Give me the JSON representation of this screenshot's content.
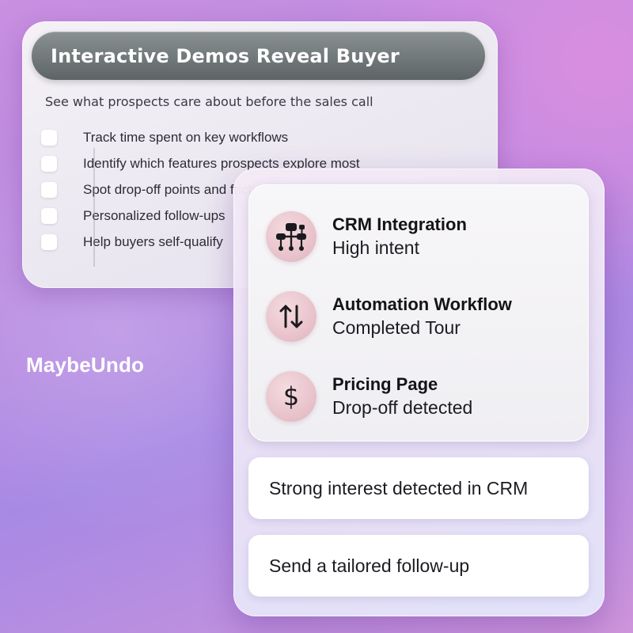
{
  "summary_card": {
    "title": "Interactive Demos Reveal Buyer",
    "subtitle": "See what prospects care about before the sales call",
    "checklist": [
      "Track time spent on key workflows",
      "Identify which features prospects explore most",
      "Spot drop-off points and friction",
      "Personalized follow-ups",
      "Help buyers self-qualify"
    ]
  },
  "insights_card": {
    "features": [
      {
        "icon": "org-chart-icon",
        "title": "CRM Integration",
        "status": "High intent"
      },
      {
        "icon": "up-down-arrows-icon",
        "title": "Automation Workflow",
        "status": "Completed Tour"
      },
      {
        "icon": "dollar-icon",
        "icon_glyph": "$",
        "title": "Pricing Page",
        "status": "Drop-off detected"
      }
    ],
    "messages": [
      "Strong interest detected in CRM",
      "Send a tailored follow-up"
    ]
  },
  "brand": "MaybeUndo",
  "colors": {
    "title_bar": "#6b7274",
    "icon_circle": "#e9c3cc",
    "background": "#b48ae2"
  }
}
